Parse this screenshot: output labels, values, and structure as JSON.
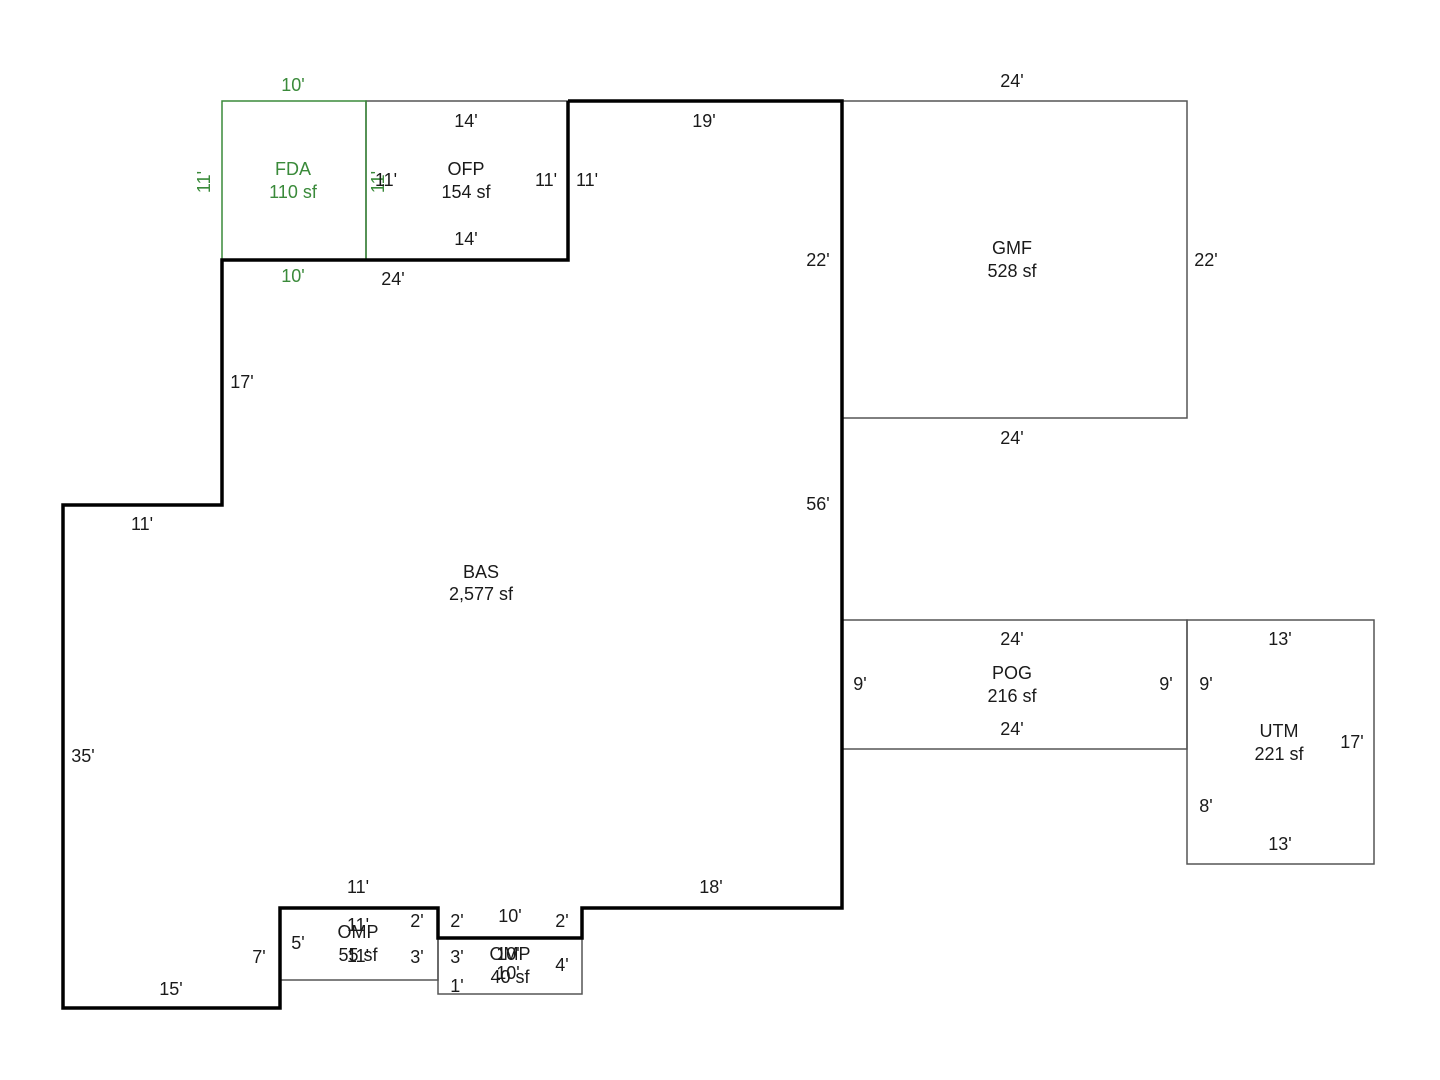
{
  "colors": {
    "line": "#000000",
    "thin": "#555555",
    "fda": "#3a8a3a",
    "text": "#1a1a1a"
  },
  "areas": {
    "fda": {
      "code": "FDA",
      "area": "110 sf"
    },
    "ofp": {
      "code": "OFP",
      "area": "154 sf"
    },
    "gmf": {
      "code": "GMF",
      "area": "528 sf"
    },
    "bas": {
      "code": "BAS",
      "area": "2,577 sf"
    },
    "pog": {
      "code": "POG",
      "area": "216 sf"
    },
    "utm": {
      "code": "UTM",
      "area": "221 sf"
    },
    "omp1": {
      "code": "OMP",
      "area": "55 sf"
    },
    "omp2": {
      "code": "OMP",
      "area": "40 sf"
    }
  },
  "dims": {
    "fda_top": "10'",
    "fda_left": "11'",
    "fda_bottom": "10'",
    "fda_right": "11'",
    "ofp_top": "14'",
    "ofp_bottom": "14'",
    "ofp_left": "11'",
    "ofp_right": "11'",
    "ofp_right_outer": "11'",
    "bas_top": "19'",
    "bas_upper_left_top": "24'",
    "gmf_top": "24'",
    "gmf_bottom": "24'",
    "gmf_left": "22'",
    "gmf_right": "22'",
    "bas_left_upper": "17'",
    "bas_step": "11'",
    "bas_right": "56'",
    "bas_left": "35'",
    "bas_bottom_left": "15'",
    "bas_bottom_right": "18'",
    "pog_top": "24'",
    "pog_bottom": "24'",
    "pog_left": "9'",
    "pog_right": "9'",
    "utm_top": "13'",
    "utm_bottom": "13'",
    "utm_left_top": "9'",
    "utm_left_bottom": "8'",
    "utm_right": "17'",
    "omp1_top": "11'",
    "omp1_left": "5'",
    "omp1_right_top": "2'",
    "omp1_right_bottom": "3'",
    "omp1_inner_top": "11'",
    "omp1_inner_bottom": "11'",
    "bas_omp_left": "7'",
    "omp2_top": "10'",
    "omp2_left_top": "2'",
    "omp2_right_top": "2'",
    "omp2_left": "3'",
    "omp2_left_bottom": "1'",
    "omp2_right": "4'",
    "omp2_inner_top": "10'",
    "omp2_inner_bottom": "10'"
  }
}
